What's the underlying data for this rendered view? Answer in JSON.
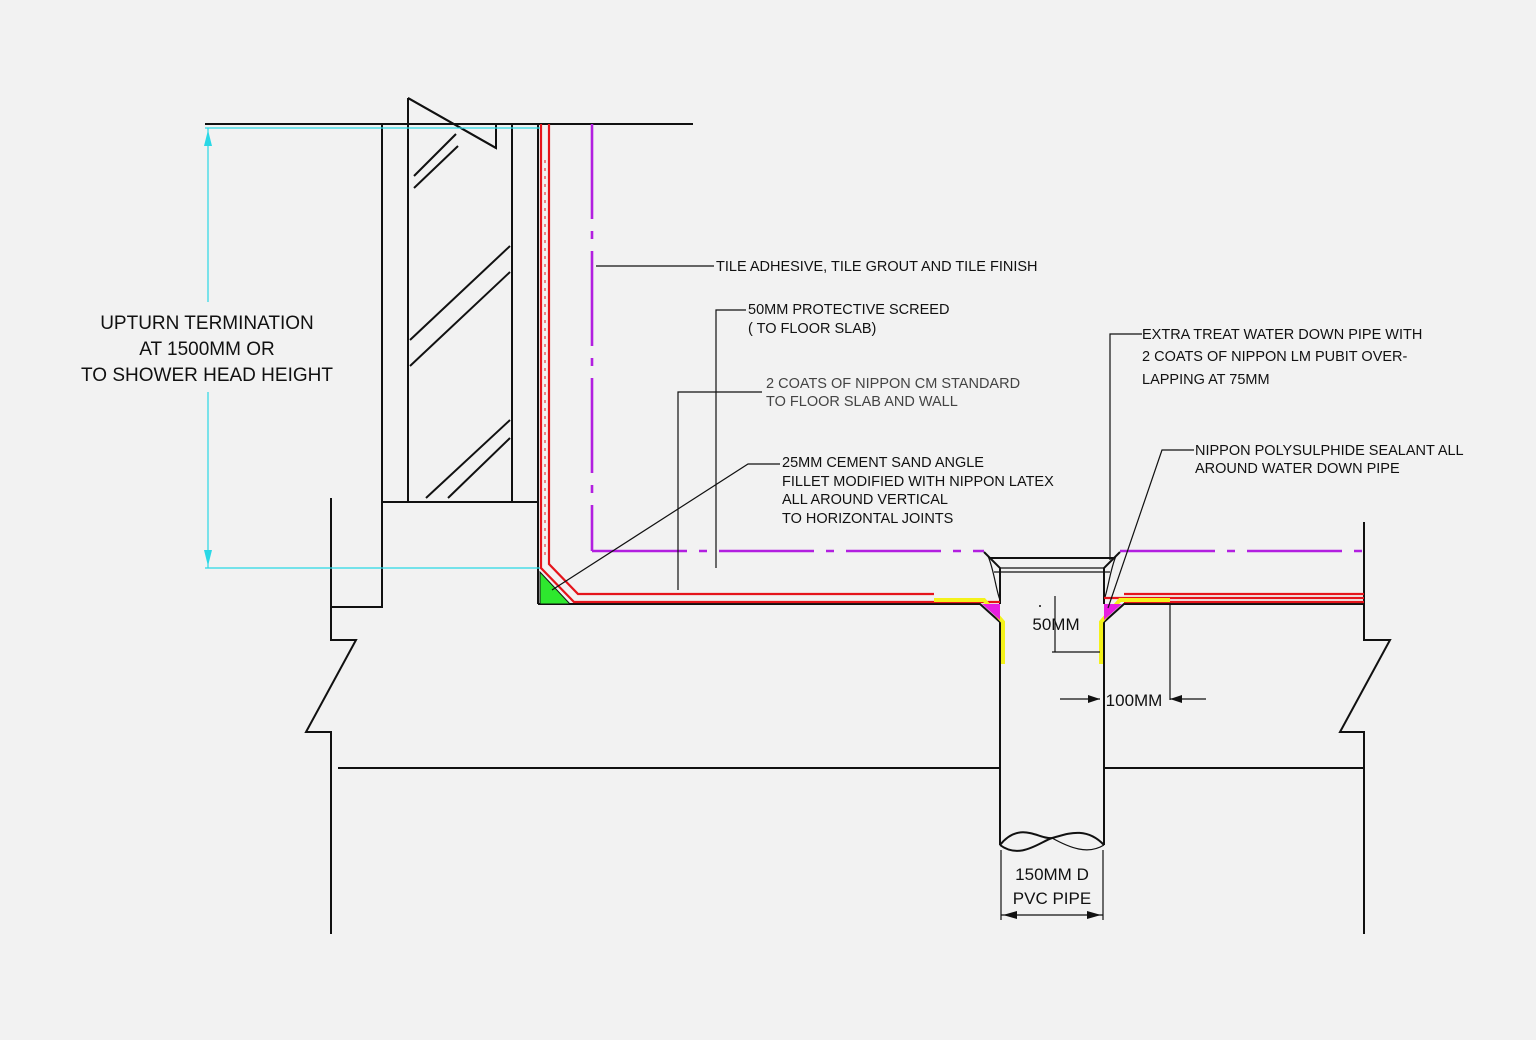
{
  "labels": {
    "upturn": [
      "UPTURN TERMINATION",
      "AT 1500MM OR",
      "TO SHOWER HEAD HEIGHT"
    ],
    "tile": "TILE ADHESIVE, TILE GROUT AND TILE FINISH",
    "screed": [
      "50MM PROTECTIVE SCREED",
      "( TO FLOOR SLAB)"
    ],
    "cm_standard": [
      "2 COATS OF NIPPON CM STANDARD",
      "TO FLOOR SLAB AND WALL"
    ],
    "fillet": [
      "25MM CEMENT SAND ANGLE",
      "FILLET MODIFIED WITH NIPPON LATEX",
      "ALL AROUND VERTICAL",
      "TO HORIZONTAL JOINTS"
    ],
    "extra_treat": [
      "EXTRA TREAT WATER DOWN PIPE WITH",
      "2 COATS OF NIPPON LM PUBIT OVER-",
      "LAPPING AT 75MM"
    ],
    "sealant": [
      "NIPPON POLYSULPHIDE SEALANT ALL",
      "AROUND WATER DOWN PIPE"
    ],
    "dim_50": "50MM",
    "dim_100": "100MM",
    "pipe": [
      "150MM D",
      "PVC PIPE"
    ]
  },
  "colors": {
    "membrane": "#e5141b",
    "tile_finish": "#b21fe0",
    "dimension": "#2ad8e6",
    "reinforcement": "#f4f21a",
    "fillet": "#2ee82e",
    "sealant": "#e81ee0"
  }
}
